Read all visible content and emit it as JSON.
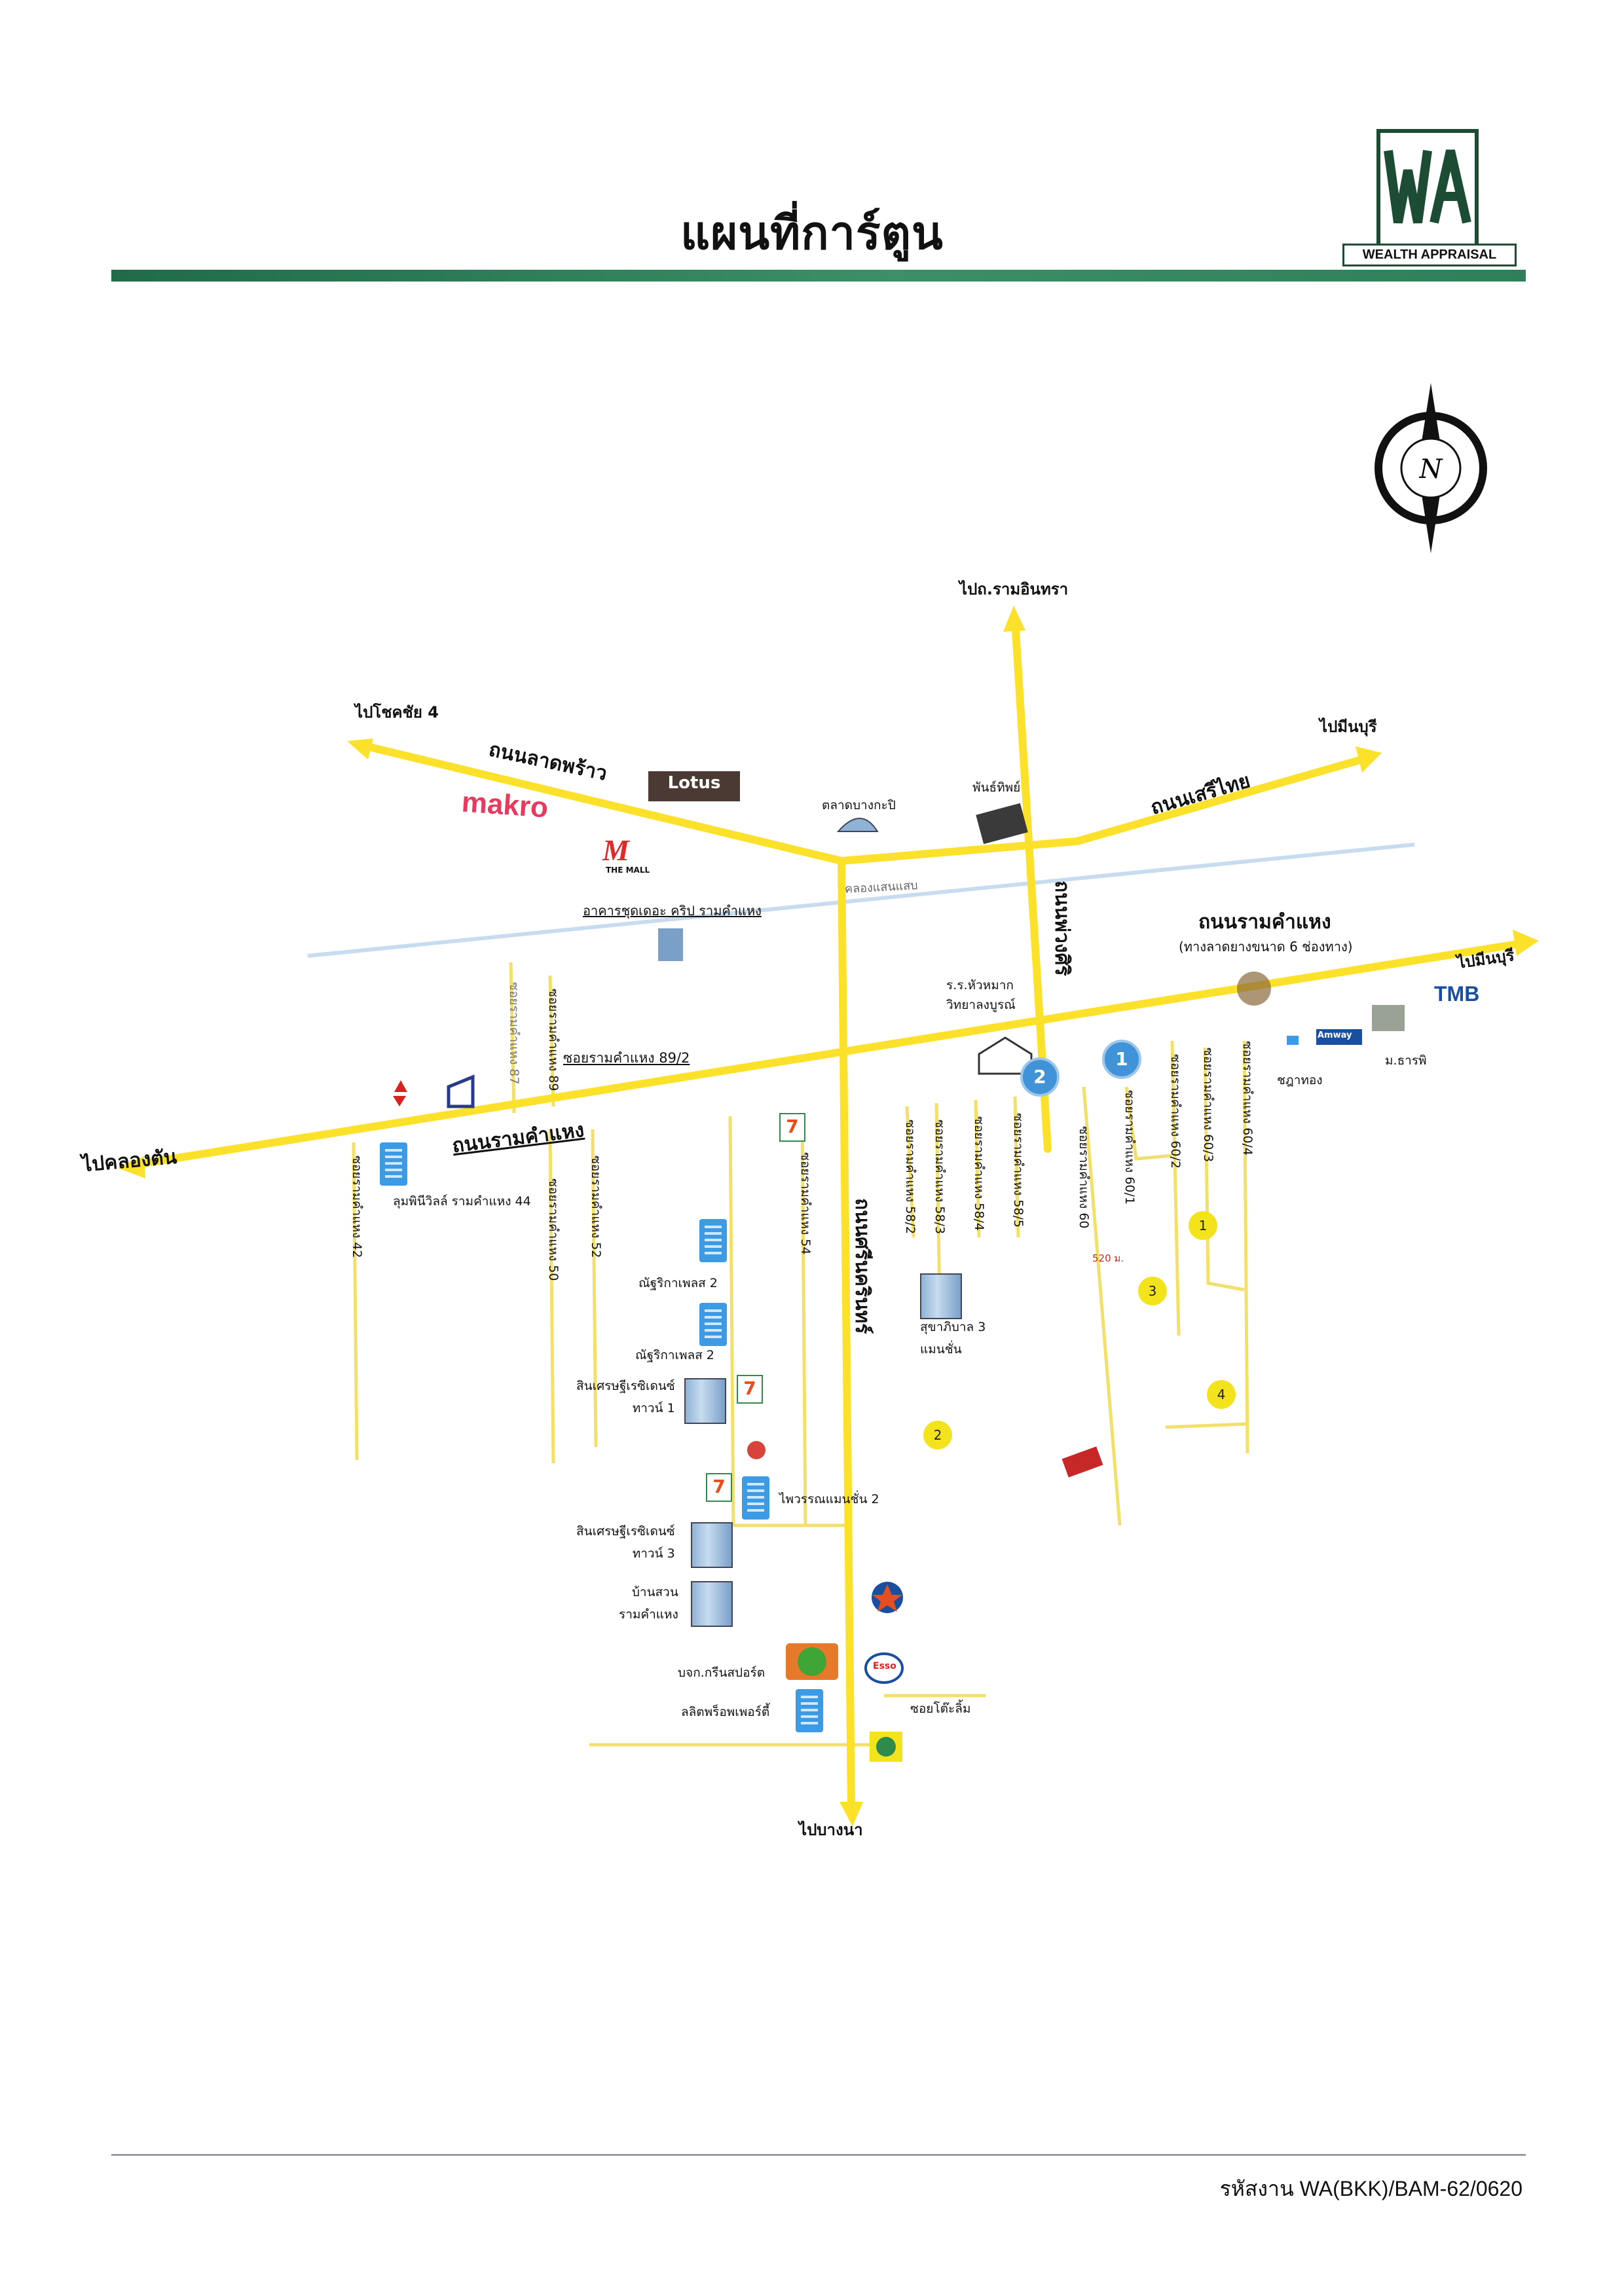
{
  "header": {
    "title": "แผนที่การ์ตูน"
  },
  "logo": {
    "caption": "WEALTH APPRAISAL",
    "mark": "WA"
  },
  "compass": {
    "letter": "N"
  },
  "directions": {
    "north": "ไปถ.รามอินทรา",
    "northwest": "ไปโชคชัย 4",
    "northeast": "ไปมีนบุรี",
    "east": "ไปมีนบุรี",
    "west": "ไปคลองตัน",
    "south": "ไปบางนา"
  },
  "roads": {
    "ladprao": "ถนนลาดพร้าว",
    "serithai": "ถนนเสรีไทย",
    "ramkhamhaeng": "ถนนรามคำแหง",
    "ramkhamhaeng_west": "ถนนรามคำแหง",
    "ramkhamhaeng_note": "(ทางลาดยางขนาด 6 ช่องทาง)",
    "srinakarin": "ถนนศรีนครินทร์",
    "nawongsa": "ถนนพ่วงศิริ",
    "canal": "คลองแสนแสบ"
  },
  "sois": {
    "s42": "ซอยรามคำแหง 42",
    "s50": "ซอยรามคำแหง 50",
    "s52": "ซอยรามคำแหง 52",
    "s54": "ซอยรามคำแหง 54",
    "s58_2": "ซอยรามคำแหง 58/2",
    "s58_3": "ซอยรามคำแหง 58/3",
    "s58_4": "ซอยรามคำแหง 58/4",
    "s58_5": "ซอยรามคำแหง 58/5",
    "s60": "ซอยรามคำแหง 60",
    "s60_1": "ซอยรามคำแหง 60/1",
    "s60_2": "ซอยรามคำแหง 60/2",
    "s60_3": "ซอยรามคำแหง 60/3",
    "s60_4": "ซอยรามคำแหง 60/4",
    "s89": "ซอยรามคำแหง 89",
    "s87": "ซอยรามคำแหง 87",
    "s89_2": "ซอยรามคำแหง 89/2"
  },
  "places": {
    "market": "ตลาดบางกะปิ",
    "museum": "พันธ์ทิพย์",
    "condo_crib": "อาคารชุดเดอะ คริป รามคำแหง",
    "school": "ร.ร.หัวหมาก\nวิทยาลงบูรณ์",
    "lumpini": "ลุมพินีวิลล์ รามคำแหง 44",
    "nattika2a": "ณัฐริกาเพลส 2",
    "nattika2b": "ณัฐริกาเพลส 2",
    "sinsetthi1": "สินเศรษฐีเรซิเดนซ์\nทาวน์ 1",
    "phaiwaran": "ไพวรรณแมนชั่น 2",
    "sinsetthi3": "สินเศรษฐีเรซิเดนซ์\nทาวน์ 3",
    "baansuan": "บ้านสวน\nรามคำแหง",
    "greenspot": "บจก.กรีนสปอร์ต",
    "lalitproperty": "ลลิตพร็อพเพอร์ตี้",
    "soitoto": "ซอยโต๊ะลิ้ม",
    "suthapiban": "สุขาภิบาล 3\nแมนชั่น",
    "nuttarong": "ชฎาทอง",
    "university": "ม.ธารพิ",
    "distance": "520 ม."
  },
  "brands": {
    "makro": "makro",
    "lotus": "Lotus",
    "mall": "THE MALL",
    "tmb": "TMB",
    "amway": "Amway",
    "esso": "Esso"
  },
  "markers": {
    "m1": "1",
    "m2": "2"
  },
  "badges": {
    "b1": "1",
    "b2": "2",
    "b3": "3",
    "b4": "4"
  },
  "footer": {
    "code": "รหัสงาน WA(BKK)/BAM-62/0620"
  }
}
